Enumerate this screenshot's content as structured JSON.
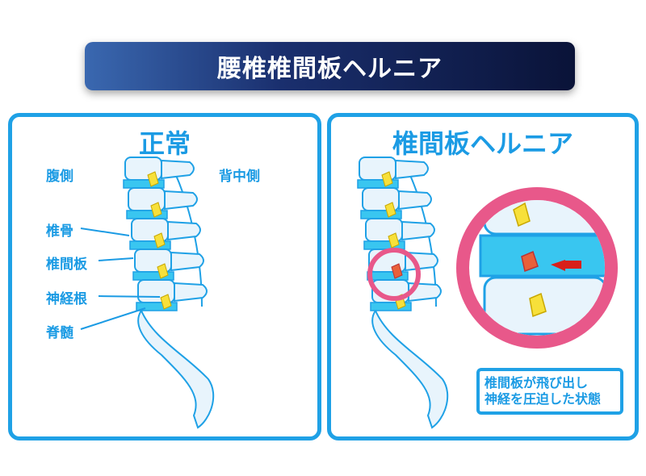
{
  "title": "腰椎椎間板ヘルニア",
  "normal": {
    "heading": "正常",
    "ventral": "腹側",
    "dorsal": "背中側",
    "labels": {
      "vertebra": "椎骨",
      "disc": "椎間板",
      "nerve_root": "神経根",
      "spinal_cord": "脊髄"
    }
  },
  "hernia": {
    "heading": "椎間板ヘルニア",
    "caption_line1": "椎間板が飛び出し",
    "caption_line2": "神経を圧迫した状態"
  },
  "colors": {
    "accent": "#1fa1e6",
    "bone": "#e8f4fc",
    "disc": "#39c6f0",
    "nerve": "#f7e03a",
    "hernia": "#e8603a",
    "magnifier": "#e8588a"
  }
}
